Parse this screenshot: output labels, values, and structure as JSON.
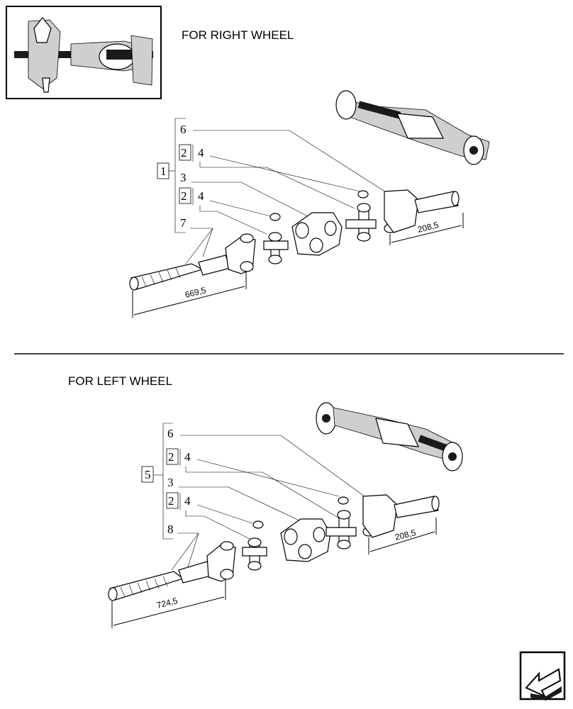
{
  "sections": {
    "right": {
      "title": "FOR RIGHT WHEEL",
      "group_ref": "1",
      "refs": [
        "6",
        "2",
        "4",
        "3",
        "2",
        "4",
        "7"
      ],
      "dim_long": "669,5",
      "dim_short": "208,5"
    },
    "left": {
      "title": "FOR LEFT WHEEL",
      "group_ref": "5",
      "refs": [
        "6",
        "2",
        "4",
        "3",
        "2",
        "4",
        "8"
      ],
      "dim_long": "724,5",
      "dim_short": "208,5"
    }
  },
  "icons": {
    "thumbnail": "axle-overview-thumbnail",
    "nav": "next-page-arrow-icon"
  }
}
